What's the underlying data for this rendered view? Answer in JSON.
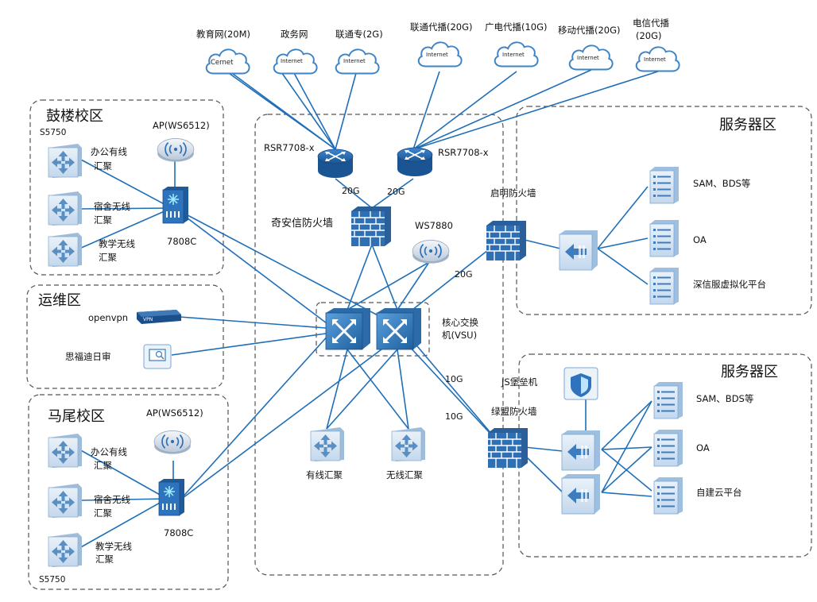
{
  "internet": [
    {
      "label": "教育网(20M)",
      "cloud_text": "Cernet"
    },
    {
      "label": "政务网",
      "cloud_text": "Internet"
    },
    {
      "label": "联通专(2G)",
      "cloud_text": "Internet"
    },
    {
      "label": "联通代播(20G)",
      "cloud_text": "Internet"
    },
    {
      "label": "广电代播(10G)",
      "cloud_text": "Internet"
    },
    {
      "label": "移动代播(20G)",
      "cloud_text": "Internet"
    },
    {
      "label_line1": "电信代播",
      "label_line2": "(20G)",
      "cloud_text": "Internet"
    }
  ],
  "zones": {
    "gulou": "鼓楼校区",
    "yunwei": "运维区",
    "mawei": "马尾校区",
    "server_top": "服务器区",
    "server_bottom": "服务器区"
  },
  "gulou": {
    "s5750": "S5750",
    "ap": "AP(WS6512)",
    "core": "7808C",
    "items": [
      {
        "line1": "办公有线",
        "line2": "汇聚"
      },
      {
        "line1": "宿舍无线",
        "line2": "汇聚"
      },
      {
        "line1": "教学无线",
        "line2": "汇聚"
      }
    ]
  },
  "yunwei": {
    "openvpn": "openvpn",
    "vpn_badge": "VPN",
    "audit": "思福迪日审"
  },
  "mawei": {
    "s5750": "S5750",
    "ap": "AP(WS6512)",
    "core": "7808C",
    "items": [
      {
        "line1": "办公有线",
        "line2": "汇聚"
      },
      {
        "line1": "宿舍无线",
        "line2": "汇聚"
      },
      {
        "line1": "教学无线",
        "line2": "汇聚"
      }
    ]
  },
  "center": {
    "router_left": "RSR7708-x",
    "router_right": "RSR7708-x",
    "link_left": "20G",
    "link_right": "20G",
    "firewall": "奇安信防火墙",
    "ap": "WS7880",
    "core_line1": "核心交换",
    "core_line2": "机(VSU)",
    "wired": "有线汇聚",
    "wireless": "无线汇聚"
  },
  "right": {
    "qiming": "启明防火墙",
    "qiming_link": "20G",
    "link_10g_a": "10G",
    "link_10g_b": "10G",
    "bastion": "JS堡垒机",
    "lvmeng": "绿盟防火墙",
    "servers_top": [
      "SAM、BDS等",
      "OA",
      "深信服虚拟化平台"
    ],
    "servers_bottom": [
      "SAM、BDS等",
      "OA",
      "自建云平台"
    ]
  },
  "colors": {
    "link": "#1f6fb8",
    "device_blue": "#3d84c6",
    "device_light": "#cfe0f1",
    "zone_border": "#555555"
  }
}
